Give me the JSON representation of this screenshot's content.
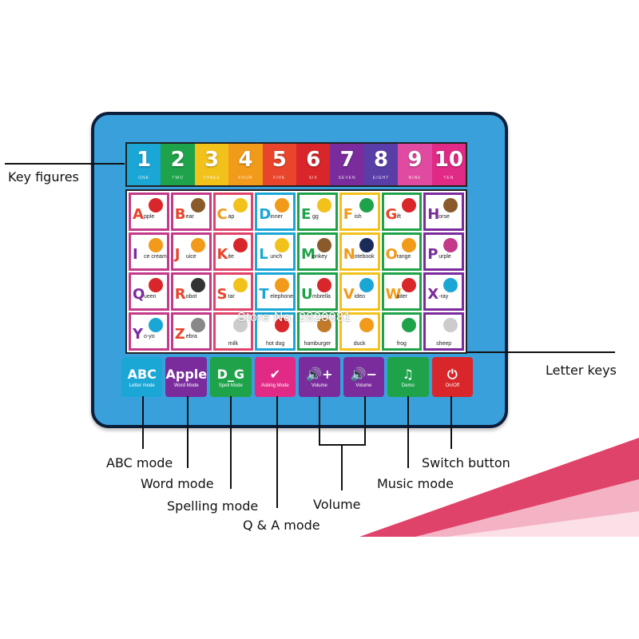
{
  "colors": {
    "tablet_body": "#3aa0dc",
    "tablet_border": "#0c1e3a",
    "accent_pink": "#e0436a"
  },
  "number_keys": [
    {
      "digit": "1",
      "word": "ONE",
      "color": "#1aa7d6"
    },
    {
      "digit": "2",
      "word": "TWO",
      "color": "#1fa34a"
    },
    {
      "digit": "3",
      "word": "THREE",
      "color": "#f2c21a"
    },
    {
      "digit": "4",
      "word": "FOUR",
      "color": "#f29a1a"
    },
    {
      "digit": "5",
      "word": "FIVE",
      "color": "#e8452c"
    },
    {
      "digit": "6",
      "word": "SIX",
      "color": "#d8262a"
    },
    {
      "digit": "7",
      "word": "SEVEN",
      "color": "#7a2b9c"
    },
    {
      "digit": "8",
      "word": "EIGHT",
      "color": "#5a3ea8"
    },
    {
      "digit": "9",
      "word": "NINE",
      "color": "#e04aa0"
    },
    {
      "digit": "10",
      "word": "TEN",
      "color": "#e02a86"
    }
  ],
  "letter_keys": [
    {
      "big": "A",
      "rest": "pple",
      "color": "#e8452c",
      "border": "#c43a8a",
      "pic": "#d8262a",
      "low": ""
    },
    {
      "big": "B",
      "rest": "ear",
      "color": "#e8452c",
      "border": "#c43a8a",
      "pic": "#8a5a2a",
      "low": ""
    },
    {
      "big": "C",
      "rest": "ap",
      "color": "#f29a1a",
      "border": "#e0436a",
      "pic": "#f2c21a",
      "low": ""
    },
    {
      "big": "D",
      "rest": "inner",
      "color": "#1aa7d6",
      "border": "#1aa7d6",
      "pic": "#f29a1a",
      "low": ""
    },
    {
      "big": "E",
      "rest": "gg",
      "color": "#1fa34a",
      "border": "#1fa34a",
      "pic": "#f2c21a",
      "low": ""
    },
    {
      "big": "F",
      "rest": "ish",
      "color": "#f29a1a",
      "border": "#f2c21a",
      "pic": "#1fa34a",
      "low": ""
    },
    {
      "big": "G",
      "rest": "ift",
      "color": "#e8452c",
      "border": "#1fa34a",
      "pic": "#d8262a",
      "low": ""
    },
    {
      "big": "H",
      "rest": "orse",
      "color": "#7a2b9c",
      "border": "#7a2b9c",
      "pic": "#8a5a2a",
      "low": ""
    },
    {
      "big": "I",
      "rest": "ce cream",
      "color": "#7a2b9c",
      "border": "#c43a8a",
      "pic": "#f29a1a",
      "low": ""
    },
    {
      "big": "J",
      "rest": "uice",
      "color": "#e8452c",
      "border": "#c43a8a",
      "pic": "#f29a1a",
      "low": ""
    },
    {
      "big": "K",
      "rest": "ite",
      "color": "#e8452c",
      "border": "#e0436a",
      "pic": "#d8262a",
      "low": ""
    },
    {
      "big": "L",
      "rest": "unch",
      "color": "#1aa7d6",
      "border": "#1aa7d6",
      "pic": "#f2c21a",
      "low": ""
    },
    {
      "big": "M",
      "rest": "onkey",
      "color": "#1fa34a",
      "border": "#1fa34a",
      "pic": "#8a5a2a",
      "low": ""
    },
    {
      "big": "N",
      "rest": "otebook",
      "color": "#f29a1a",
      "border": "#f2c21a",
      "pic": "#1a2a5a",
      "low": ""
    },
    {
      "big": "O",
      "rest": "range",
      "color": "#f29a1a",
      "border": "#1fa34a",
      "pic": "#f29a1a",
      "low": ""
    },
    {
      "big": "P",
      "rest": "urple",
      "color": "#7a2b9c",
      "border": "#7a2b9c",
      "pic": "#c43a8a",
      "low": ""
    },
    {
      "big": "Q",
      "rest": "ueen",
      "color": "#7a2b9c",
      "border": "#c43a8a",
      "pic": "#d8262a",
      "low": ""
    },
    {
      "big": "R",
      "rest": "obot",
      "color": "#e8452c",
      "border": "#c43a8a",
      "pic": "#333333",
      "low": ""
    },
    {
      "big": "S",
      "rest": "tar",
      "color": "#e8452c",
      "border": "#e0436a",
      "pic": "#f2c21a",
      "low": ""
    },
    {
      "big": "T",
      "rest": "elephone",
      "color": "#1aa7d6",
      "border": "#1aa7d6",
      "pic": "#f29a1a",
      "low": ""
    },
    {
      "big": "U",
      "rest": "mbrella",
      "color": "#1fa34a",
      "border": "#1fa34a",
      "pic": "#d8262a",
      "low": ""
    },
    {
      "big": "V",
      "rest": "ideo",
      "color": "#f29a1a",
      "border": "#f2c21a",
      "pic": "#1aa7d6",
      "low": ""
    },
    {
      "big": "W",
      "rest": "aiter",
      "color": "#f29a1a",
      "border": "#1fa34a",
      "pic": "#d8262a",
      "low": ""
    },
    {
      "big": "X",
      "rest": "-ray",
      "color": "#7a2b9c",
      "border": "#7a2b9c",
      "pic": "#1aa7d6",
      "low": ""
    },
    {
      "big": "Y",
      "rest": "o-yo",
      "color": "#7a2b9c",
      "border": "#c43a8a",
      "pic": "#1aa7d6",
      "low": ""
    },
    {
      "big": "Z",
      "rest": "ebra",
      "color": "#e8452c",
      "border": "#c43a8a",
      "pic": "#888888",
      "low": ""
    },
    {
      "big": "",
      "rest": "",
      "color": "#e8452c",
      "border": "#e0436a",
      "pic": "#cccccc",
      "low": "milk"
    },
    {
      "big": "",
      "rest": "",
      "color": "#1aa7d6",
      "border": "#1aa7d6",
      "pic": "#d8262a",
      "low": "hot dog"
    },
    {
      "big": "",
      "rest": "",
      "color": "#1fa34a",
      "border": "#1fa34a",
      "pic": "#c07a2a",
      "low": "hamburger"
    },
    {
      "big": "",
      "rest": "",
      "color": "#f29a1a",
      "border": "#f2c21a",
      "pic": "#f29a1a",
      "low": "duck"
    },
    {
      "big": "",
      "rest": "",
      "color": "#f29a1a",
      "border": "#1fa34a",
      "pic": "#1fa34a",
      "low": "frog"
    },
    {
      "big": "",
      "rest": "",
      "color": "#7a2b9c",
      "border": "#7a2b9c",
      "pic": "#cccccc",
      "low": "sheep"
    }
  ],
  "mode_buttons": [
    {
      "glyph": "ABC",
      "label": "Letter mode",
      "color": "#1aa7d6"
    },
    {
      "glyph": "Apple",
      "label": "Word Mode",
      "color": "#7a2b9c"
    },
    {
      "glyph": "D_G",
      "label": "Spell Mode",
      "color": "#1fa34a"
    },
    {
      "glyph": "✔",
      "label": "Asking Mode",
      "color": "#e02a86"
    },
    {
      "glyph": "🔊+",
      "label": "Volume",
      "color": "#7a2b9c"
    },
    {
      "glyph": "🔊−",
      "label": "Volume",
      "color": "#7a2b9c"
    },
    {
      "glyph": "♫",
      "label": "Demo",
      "color": "#1fa34a"
    },
    {
      "glyph": "⏻",
      "label": "On/Off",
      "color": "#d8262a"
    }
  ],
  "watermark": "Store No. 2820081",
  "callouts": {
    "key_figures": "Key figures",
    "letter_keys": "Letter keys",
    "abc_mode": "ABC mode",
    "word_mode": "Word mode",
    "spelling_mode": "Spelling mode",
    "qa_mode": "Q & A mode",
    "volume": "Volume",
    "music_mode": "Music mode",
    "switch_button": "Switch button"
  }
}
